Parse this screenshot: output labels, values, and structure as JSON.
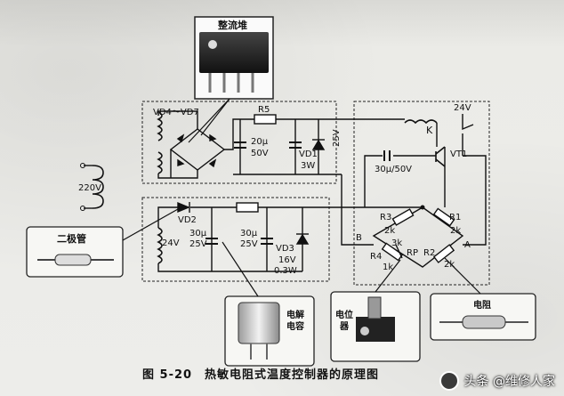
{
  "figure": {
    "caption": "图 5-20　热敏电阻式温度控制器的原理图",
    "watermark": "头条 @维修人家"
  },
  "labels": {
    "rectifier_block": "整流堆",
    "vd4_vd7": "VD4～VD7",
    "r5": "R5",
    "c1_value": "20μ",
    "c1_voltage": "50V",
    "vd1": "VD1",
    "vd1_power": "3W",
    "v25": "25V",
    "relay_k": "K",
    "v24_top": "24V",
    "c_vt1": "30μ/50V",
    "vt1": "VT1",
    "mains": "220V",
    "vd2": "VD2",
    "v24_left": "24V",
    "c2_value": "30μ",
    "c2_voltage": "25V",
    "c3_value": "30μ",
    "c3_voltage": "25V",
    "vd3": "VD3",
    "vd3_v": "16V",
    "vd3_p": "0.3W",
    "r3": "R3",
    "r3_val": "2k",
    "r1": "R1",
    "r1_val": "2k",
    "node_b": "B",
    "node_a": "A",
    "r4": "R4",
    "r4_val": "1k",
    "rp_val": "3k",
    "rp": "RP",
    "r2": "R2",
    "r2_val": "2k",
    "diode_box": "二极管",
    "capacitor_box_1": "电解",
    "capacitor_box_2": "电容",
    "pot_box_1": "电位",
    "pot_box_2": "器",
    "resistor_box": "电阻"
  }
}
